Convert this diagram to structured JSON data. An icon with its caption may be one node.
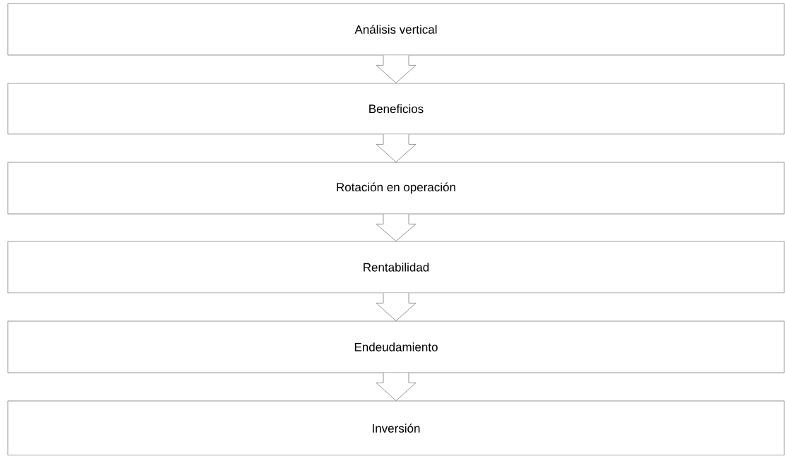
{
  "diagram": {
    "nodes": [
      {
        "text": [
          "Análisis vertical"
        ]
      },
      {
        "text": [
          "Beneficios"
        ]
      },
      {
        "text": [
          "Rotación en operación"
        ]
      },
      {
        "text": [
          "Rentabilidad"
        ]
      },
      {
        "text": [
          "Endeudamiento"
        ]
      },
      {
        "text": [
          "Inversión"
        ]
      }
    ],
    "edges": [
      {
        "from": 0,
        "to": 1,
        "arrow": "to"
      },
      {
        "from": 1,
        "to": 2,
        "arrow": "to"
      },
      {
        "from": 2,
        "to": 3,
        "arrow": "to"
      },
      {
        "from": 3,
        "to": 4,
        "arrow": "to"
      },
      {
        "from": 4,
        "to": 5,
        "arrow": "to"
      }
    ]
  }
}
